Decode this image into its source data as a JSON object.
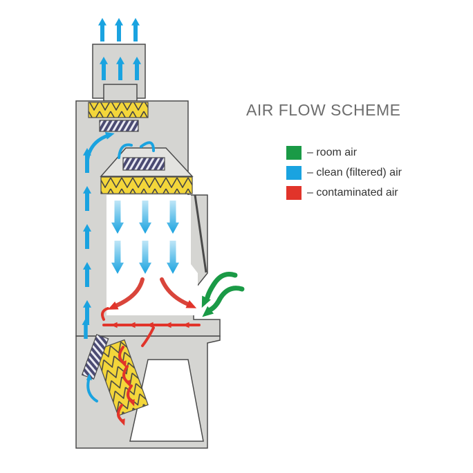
{
  "title": "AIR FLOW SCHEME",
  "legend": [
    {
      "label": "– room air",
      "color": "#1a9a46"
    },
    {
      "label": "– clean (filtered) air",
      "color": "#1aa3e0"
    },
    {
      "label": "– contaminated air",
      "color": "#e1342a"
    }
  ],
  "colors": {
    "cabinet": "#d5d5d2",
    "outline": "#4a4a4a",
    "filter": "#f3d63a",
    "filter_mesh": "#5a5a7a",
    "clean_air": "#1aa3e0",
    "room_air": "#1a9a46",
    "contaminated_air": "#e1342a"
  }
}
